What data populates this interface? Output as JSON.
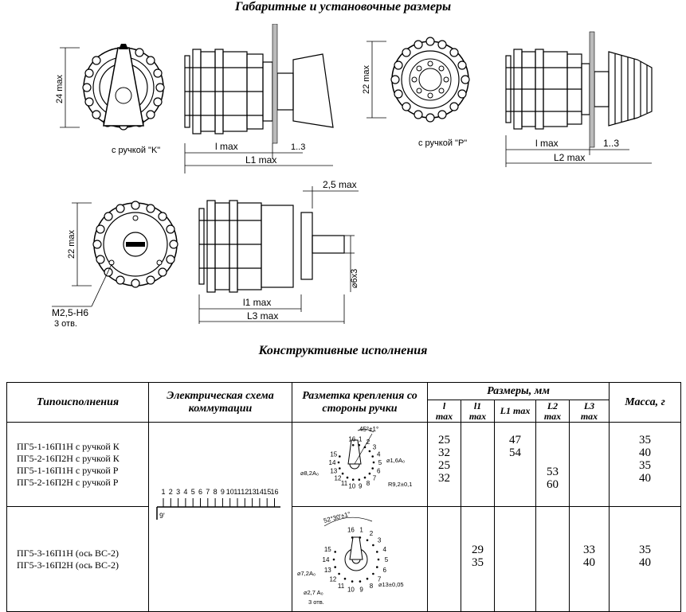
{
  "headings": {
    "dimensions": "Габаритные и установочные размеры",
    "designs": "Конструктивные исполнения"
  },
  "drawing1": {
    "h_dim": "24 max",
    "caption": "с ручкой \"K\"",
    "l_dim": "l max",
    "gap_dim": "1..3",
    "L_dim": "L1 max"
  },
  "drawing2": {
    "h_dim": "22 max",
    "caption": "с ручкой \"P\"",
    "l_dim": "l max",
    "gap_dim": "1..3",
    "L_dim": "L2 max"
  },
  "drawing3": {
    "h_dim": "22 max",
    "shaft_dim": "2,5 max",
    "shaft_d": "⌀6x3",
    "hole_label": "M2,5-H6",
    "hole_count": "3 отв.",
    "l_dim": "l1 max",
    "L_dim": "L3 max"
  },
  "table": {
    "headers": {
      "type": "Типоисполнения",
      "scheme": "Электрическая схема коммутации",
      "marking": "Разметка крепления со стороны ручки",
      "sizes": "Размеры, мм",
      "mass": "Масса, г",
      "l": [
        "l",
        "max"
      ],
      "l1": [
        "l1",
        "max"
      ],
      "L1": "L1 max",
      "L2": [
        "L2",
        "max"
      ],
      "L3": [
        "L3",
        "max"
      ]
    },
    "rows": [
      {
        "types": [
          "ПГ5-1-16П1Н с ручкой К",
          "ПГ5-2-16П2Н с ручкой К",
          "ПГ5-1-16П1Н с ручкой Р",
          "ПГ5-2-16П2Н с ручкой Р"
        ],
        "l": [
          "25",
          "32",
          "25",
          "32"
        ],
        "l1": [],
        "L1": [
          "47",
          "54"
        ],
        "L2": [
          "53",
          "60"
        ],
        "L3": [],
        "mass": [
          "35",
          "40",
          "35",
          "40"
        ]
      },
      {
        "types": [
          "ПГ5-3-16П1Н (ось ВС-2)",
          "ПГ5-3-16П2Н (ось ВС-2)"
        ],
        "l": [],
        "l1": [
          "29",
          "35"
        ],
        "L1": [],
        "L2": [],
        "L3": [
          "33",
          "40"
        ],
        "mass": [
          "35",
          "40"
        ]
      }
    ],
    "scheme": {
      "positions": [
        "1",
        "2",
        "3",
        "4",
        "5",
        "6",
        "7",
        "8",
        "9",
        "10",
        "11",
        "12",
        "13",
        "14",
        "15",
        "16"
      ],
      "common": "9'"
    },
    "marking1": {
      "angle": "45°±1°",
      "d_small": "⌀1,6A₀",
      "d_holes": "⌀8,2A₀",
      "radius": "R9,2±0,1",
      "labels": [
        "16",
        "1",
        "2",
        "3",
        "4",
        "5",
        "6",
        "7",
        "8",
        "9",
        "10",
        "11",
        "12",
        "13",
        "14",
        "15"
      ]
    },
    "marking2": {
      "angle": "52°30'±1°",
      "d_holes": "⌀7,2A₀",
      "d_holes2": "⌀2,7 A₀",
      "d_center": "⌀13±0,05",
      "holes": "3 отв.",
      "labels": [
        "16",
        "1",
        "2",
        "3",
        "4",
        "5",
        "6",
        "7",
        "8",
        "9",
        "10",
        "11",
        "12",
        "13",
        "14",
        "15"
      ]
    }
  }
}
